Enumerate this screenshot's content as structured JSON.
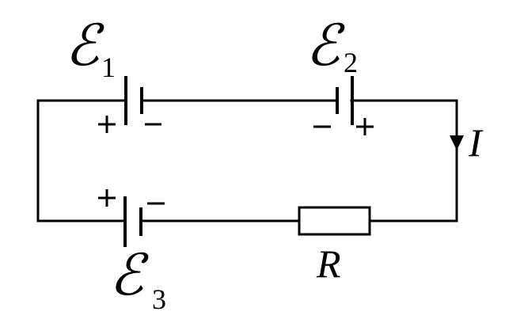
{
  "diagram": {
    "batteries": [
      {
        "symbol": "ℰ",
        "subscript": "1",
        "positive_sign": "+",
        "negative_sign": "−"
      },
      {
        "symbol": "ℰ",
        "subscript": "2",
        "positive_sign": "+",
        "negative_sign": "−"
      },
      {
        "symbol": "ℰ",
        "subscript": "3",
        "positive_sign": "+",
        "negative_sign": "−"
      }
    ],
    "resistor": {
      "label": "R"
    },
    "current": {
      "label": "I"
    }
  }
}
